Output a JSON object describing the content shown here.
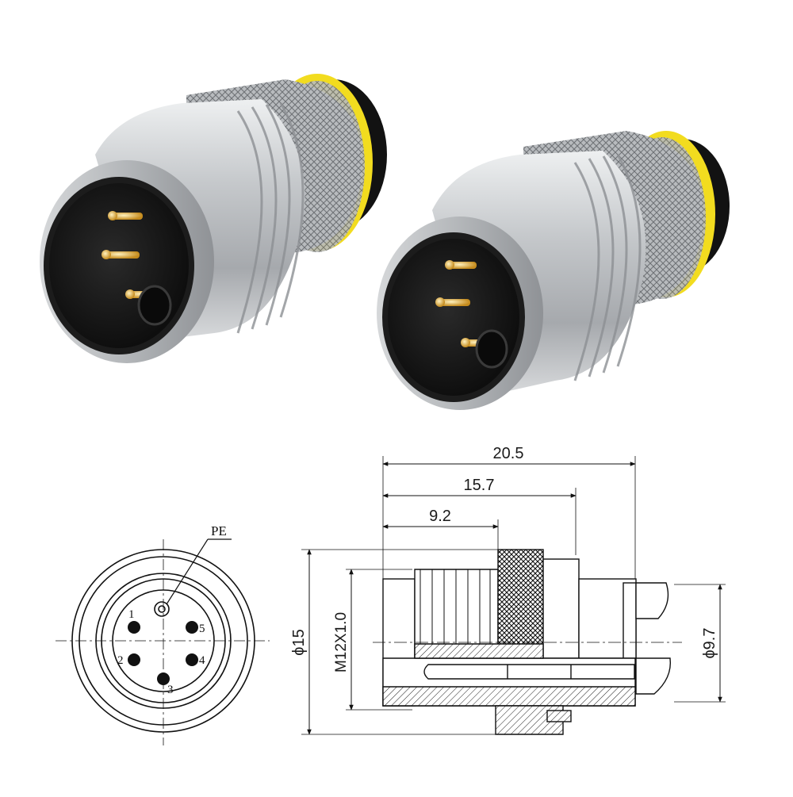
{
  "pinout": {
    "pe_label": "PE",
    "pins": [
      "1",
      "2",
      "3",
      "4",
      "5"
    ]
  },
  "dimensions": {
    "overall_length": "20.5",
    "body_length": "15.7",
    "thread_length": "9.2",
    "outer_diameter": "ϕ15",
    "thread_spec": "M12X1.0",
    "tail_diameter": "ϕ9.7"
  },
  "colors": {
    "metal": "#b9bcbf",
    "yellow_ring": "#f2dc1f",
    "insert": "#141414",
    "pin_gold": "#e3b24a"
  }
}
